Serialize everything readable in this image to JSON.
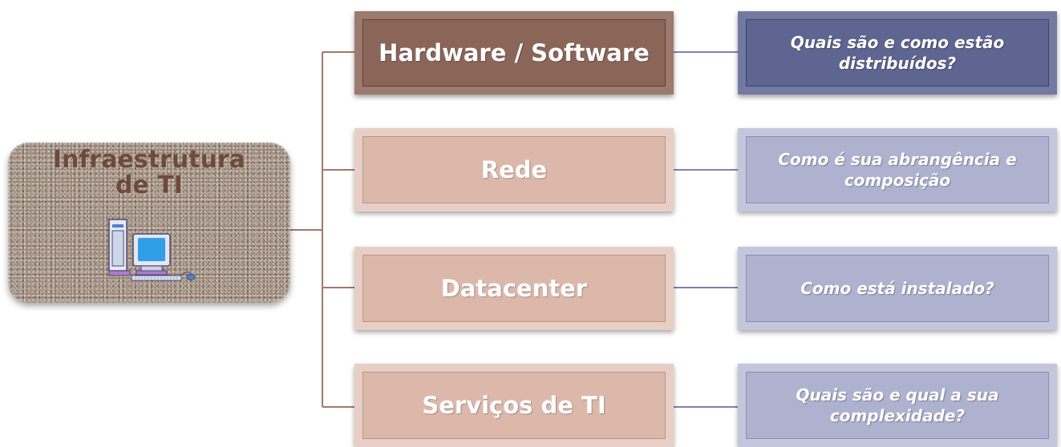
{
  "root": {
    "title_line1": "Infraestrutura",
    "title_line2": "de TI",
    "icon": "desktop-computer-icon"
  },
  "branches": [
    {
      "label": "Hardware / Software",
      "question": "Quais são e como estão distribuídos?",
      "highlighted": true
    },
    {
      "label": "Rede",
      "question": "Como é sua abrangência e composição",
      "highlighted": false
    },
    {
      "label": "Datacenter",
      "question": "Como está instalado?",
      "highlighted": false
    },
    {
      "label": "Serviços de TI",
      "question": "Quais são e qual a sua complexidade?",
      "highlighted": false
    }
  ],
  "colors": {
    "root_fill": "#a9988a",
    "root_text": "#6e4a3c",
    "branch_fill": "#dcb8ab",
    "branch_fill_highlight": "#8a6659",
    "question_fill": "#aeb2cf",
    "question_fill_highlight": "#5e6590",
    "connector_left": "#a0796c",
    "connector_right": "#7d84a8"
  }
}
